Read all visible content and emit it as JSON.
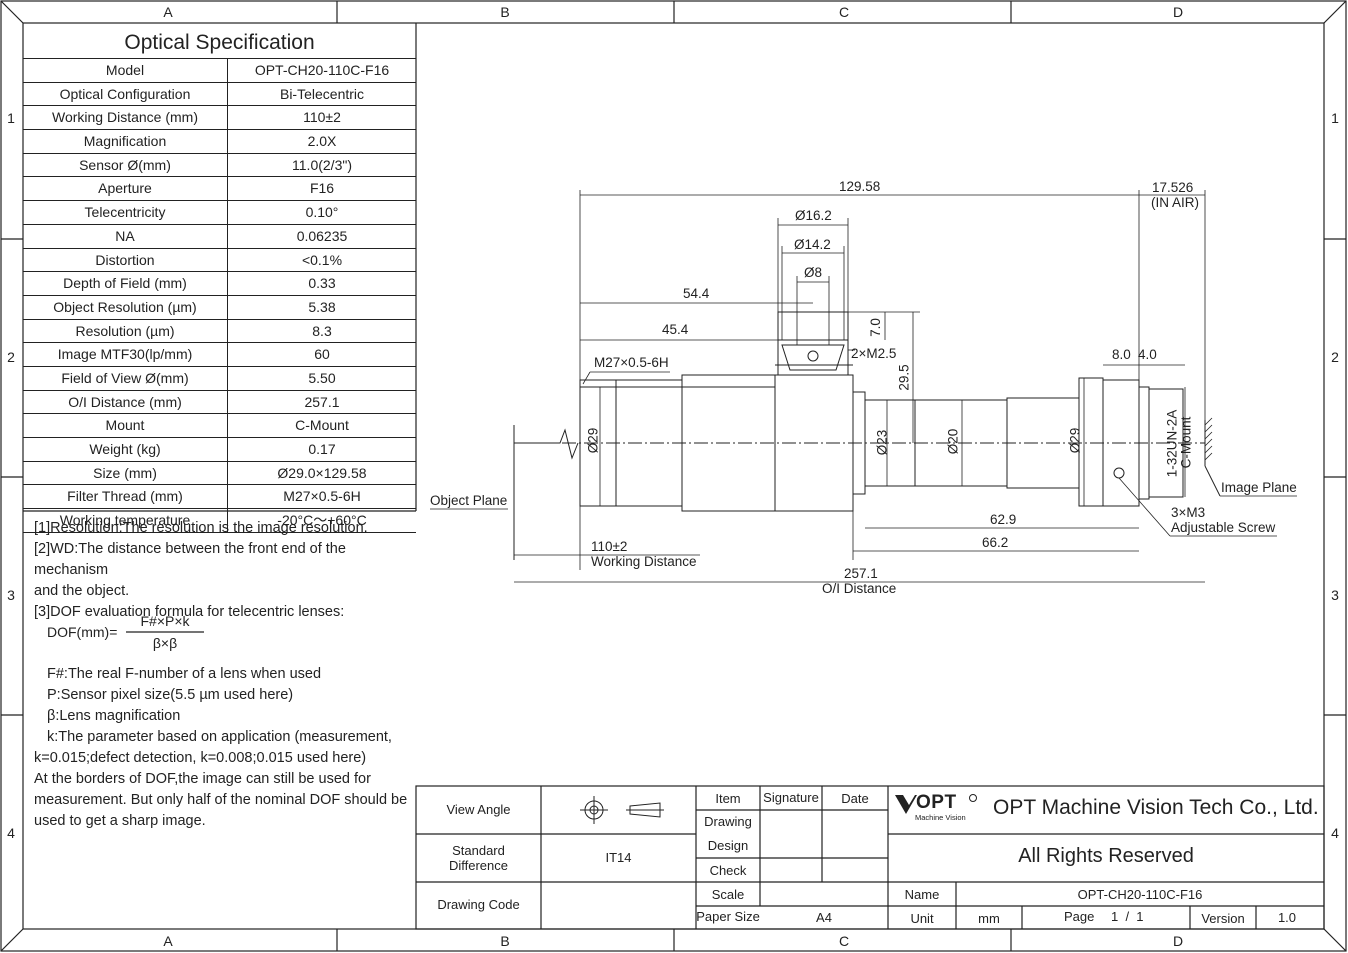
{
  "border": {
    "columns": [
      "A",
      "B",
      "C",
      "D"
    ],
    "rows": [
      "1",
      "2",
      "3",
      "4"
    ]
  },
  "spec": {
    "title": "Optical Specification",
    "rows": [
      {
        "label": "Model",
        "value": "OPT-CH20-110C-F16"
      },
      {
        "label": "Optical Configuration",
        "value": "Bi-Telecentric"
      },
      {
        "label": "Working Distance (mm)",
        "value": "110±2"
      },
      {
        "label": "Magnification",
        "value": "2.0X"
      },
      {
        "label": "Sensor Ø(mm)",
        "value": "11.0(2/3\")"
      },
      {
        "label": "Aperture",
        "value": "F16"
      },
      {
        "label": "Telecentricity",
        "value": "0.10°"
      },
      {
        "label": "NA",
        "value": "0.06235"
      },
      {
        "label": "Distortion",
        "value": "<0.1%"
      },
      {
        "label": "Depth of Field (mm)",
        "value": "0.33"
      },
      {
        "label": "Object Resolution (µm)",
        "value": "5.38"
      },
      {
        "label": "Resolution (µm)",
        "value": "8.3"
      },
      {
        "label": "Image MTF30(lp/mm)",
        "value": "60"
      },
      {
        "label": "Field of View Ø(mm)",
        "value": "5.50"
      },
      {
        "label": "O/I Distance (mm)",
        "value": "257.1"
      },
      {
        "label": "Mount",
        "value": "C-Mount"
      },
      {
        "label": "Weight (kg)",
        "value": "0.17"
      },
      {
        "label": "Size (mm)",
        "value": "Ø29.0×129.58"
      },
      {
        "label": "Filter Thread (mm)",
        "value": "M27×0.5-6H"
      },
      {
        "label": "Working temperature",
        "value": "-20°C～+60°C"
      }
    ]
  },
  "notes": {
    "n1": "[1]Resolution:The resolution is the image resolution.",
    "n2a": "[2]WD:The distance between the front end of the mechanism",
    "n2b": "and the object.",
    "n3": "[3]DOF evaluation formula for telecentric lenses:",
    "formula_left": "DOF(mm)=",
    "formula_num": "F#×P×k",
    "formula_den": "β×β",
    "f1": "F#:The real F-number of a lens when used",
    "f2": "P:Sensor pixel size(5.5 µm used here)",
    "f3": "β:Lens magnification",
    "f4": "k:The parameter based on application (measurement,",
    "f5": "k=0.015;defect detection, k=0.008;0.015 used here)",
    "f6": "At the borders of DOF,the image can still be used for",
    "f7": "measurement. But only half of the nominal DOF should be",
    "f8": "used to get a sharp image."
  },
  "drawing": {
    "d_129": "129.58",
    "d_17": "17.526",
    "d_inair": "(IN AIR)",
    "d_162": "Ø16.2",
    "d_142": "Ø14.2",
    "d_8": "Ø8",
    "d_544": "54.4",
    "d_454": "45.4",
    "d_70": "7.0",
    "d_295": "29.5",
    "d_m25": "2×M2.5",
    "d_m27": "M27×0.5-6H",
    "d_80": "8.0",
    "d_40": "4.0",
    "d_29a": "Ø29",
    "d_23": "Ø23",
    "d_20": "Ø20",
    "d_29b": "Ø29",
    "d_unc": "1-32UN-2A",
    "d_cmount": "C-Mount",
    "image_plane": "Image Plane",
    "object_plane": "Object Plane",
    "d_m3": "3×M3",
    "adj_screw": "Adjustable Screw",
    "d_629": "62.9",
    "d_662": "66.2",
    "d_110": "110±2",
    "wd": "Working Distance",
    "d_2571": "257.1",
    "oi": "O/I Distance"
  },
  "titleblock": {
    "view_angle": "View Angle",
    "std_diff_1": "Standard",
    "std_diff_2": "Difference",
    "std_value": "IT14",
    "drawing_code": "Drawing Code",
    "item": "Item",
    "signature": "Signature",
    "date": "Date",
    "drawing": "Drawing",
    "design": "Design",
    "check": "Check",
    "scale": "Scale",
    "paper_size": "Paper Size",
    "paper_value": "A4",
    "logo_text": "OPT",
    "logo_sub": "Machine Vision",
    "company": "OPT Machine Vision Tech Co., Ltd.",
    "rights": "All Rights Reserved",
    "name_label": "Name",
    "name_value": "OPT-CH20-110C-F16",
    "unit_label": "Unit",
    "unit_value": "mm",
    "page_label": "Page",
    "page_value": "1  /  1",
    "version_label": "Version",
    "version_value": "1.0"
  },
  "colors": {
    "line": "#222222",
    "paper": "#ffffff"
  }
}
